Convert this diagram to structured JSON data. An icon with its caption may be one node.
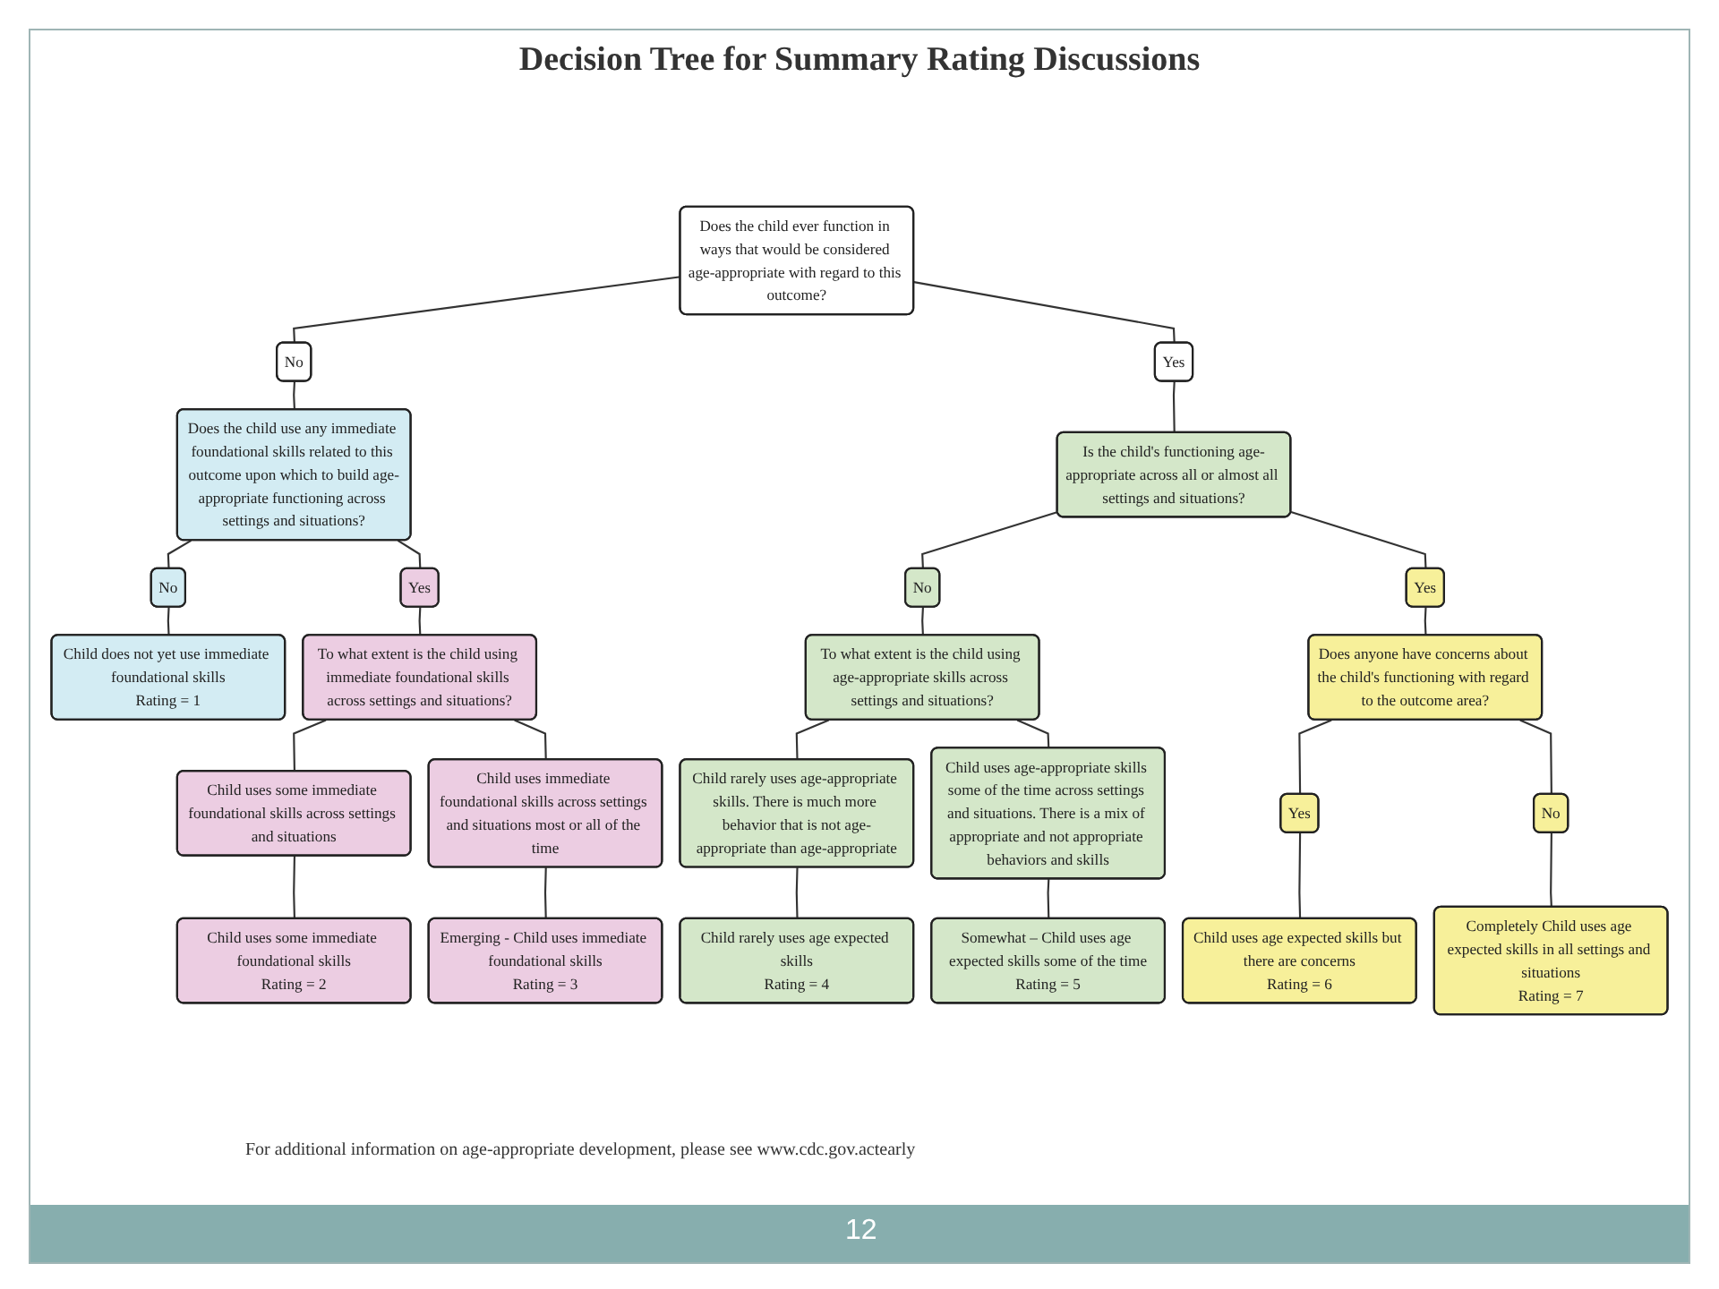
{
  "diagram": {
    "title": "Decision Tree for Summary Rating Discussions",
    "nodes": [
      {
        "text": [
          "Does the child ever function in ways that would be considered age-appropriate with regard to this outcome?"
        ]
      },
      {
        "text": [
          "No"
        ]
      },
      {
        "text": [
          "Yes"
        ]
      },
      {
        "text": [
          "Does the child use any immediate foundational skills related to this outcome upon which to build age-appropriate functioning across settings and situations?"
        ]
      },
      {
        "text": [
          "Is the child's functioning age-appropriate across all or almost all settings and situations?"
        ]
      },
      {
        "text": [
          "No"
        ]
      },
      {
        "text": [
          "Yes"
        ]
      },
      {
        "text": [
          "No"
        ]
      },
      {
        "text": [
          "Yes"
        ]
      },
      {
        "text": [
          "To what extent is the child using immediate foundational skills across settings and situations?"
        ]
      },
      {
        "text": [
          "To what extent is the child using age-appropriate skills across settings and situations?"
        ]
      },
      {
        "text": [
          "Does anyone have concerns about the child's functioning with regard to the outcome area?"
        ]
      },
      {
        "text": [
          "Child uses some immediate foundational skills across settings and situations"
        ]
      },
      {
        "text": [
          "Child uses immediate foundational skills across settings and situations most or all of the time"
        ]
      },
      {
        "text": [
          "Child rarely uses age-appropriate skills. There is much more behavior that is not age-appropriate than age-appropriate"
        ]
      },
      {
        "text": [
          "Child uses age-appropriate skills some of the time across settings and situations. There is a mix of appropriate and not appropriate behaviors and skills"
        ]
      },
      {
        "text": [
          "Yes"
        ]
      },
      {
        "text": [
          "No"
        ]
      },
      {
        "text": [
          "Child does not yet use immediate foundational skills",
          "Rating = 1"
        ]
      },
      {
        "text": [
          "Child uses some immediate foundational skills",
          "Rating = 2"
        ]
      },
      {
        "text": [
          "Emerging - Child uses immediate foundational skills",
          "Rating = 3"
        ]
      },
      {
        "text": [
          "Child rarely uses age expected skills",
          "Rating = 4"
        ]
      },
      {
        "text": [
          "Somewhat – Child uses age expected skills some of the time",
          "Rating = 5"
        ]
      },
      {
        "text": [
          "Child uses age expected skills but there are concerns",
          "Rating = 6"
        ]
      },
      {
        "text": [
          "Completely Child uses age expected skills in all settings and situations",
          "Rating = 7"
        ]
      }
    ],
    "edges": [
      {
        "from": 0,
        "to": 1,
        "arrow": "none"
      },
      {
        "from": 0,
        "to": 2,
        "arrow": "none"
      },
      {
        "from": 1,
        "to": 3,
        "arrow": "none"
      },
      {
        "from": 2,
        "to": 4,
        "arrow": "none"
      },
      {
        "from": 3,
        "to": 5,
        "arrow": "none"
      },
      {
        "from": 3,
        "to": 6,
        "arrow": "none"
      },
      {
        "from": 4,
        "to": 7,
        "arrow": "none"
      },
      {
        "from": 4,
        "to": 8,
        "arrow": "none"
      },
      {
        "from": 5,
        "to": 18,
        "arrow": "none"
      },
      {
        "from": 6,
        "to": 9,
        "arrow": "none"
      },
      {
        "from": 7,
        "to": 10,
        "arrow": "none"
      },
      {
        "from": 8,
        "to": 11,
        "arrow": "none"
      },
      {
        "from": 9,
        "to": 12,
        "arrow": "none"
      },
      {
        "from": 9,
        "to": 13,
        "arrow": "none"
      },
      {
        "from": 10,
        "to": 14,
        "arrow": "none"
      },
      {
        "from": 10,
        "to": 15,
        "arrow": "none"
      },
      {
        "from": 11,
        "to": 16,
        "arrow": "none"
      },
      {
        "from": 11,
        "to": 17,
        "arrow": "none"
      },
      {
        "from": 12,
        "to": 19,
        "arrow": "none"
      },
      {
        "from": 13,
        "to": 20,
        "arrow": "none"
      },
      {
        "from": 14,
        "to": 21,
        "arrow": "none"
      },
      {
        "from": 15,
        "to": 22,
        "arrow": "none"
      },
      {
        "from": 16,
        "to": 23,
        "arrow": "none"
      },
      {
        "from": 17,
        "to": 24,
        "arrow": "none"
      }
    ],
    "labels": [
      "For additional information on age-appropriate development, please see www.cdc.gov.actearly",
      "12"
    ]
  }
}
